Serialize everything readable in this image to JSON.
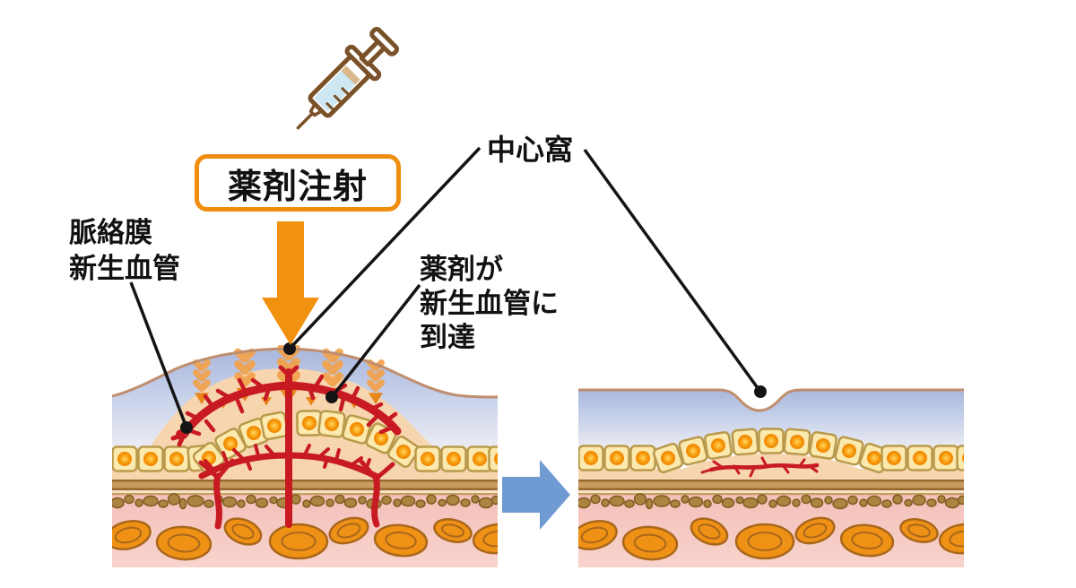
{
  "labels": {
    "injection": "薬剤注射",
    "fovea": "中心窩",
    "choroidal_neovascularization": {
      "line1": "脈絡膜",
      "line2": "新生血管"
    },
    "drug_reaches": {
      "line1": "薬剤が",
      "line2": "新生血管に",
      "line3": "到達"
    }
  },
  "icons": {
    "syringe": "syringe-icon",
    "injection_arrow": "down-arrow-icon",
    "transition_arrow": "right-arrow-icon",
    "pointer_dot": "pointer-dot"
  },
  "colors": {
    "accent_orange": "#f0920f",
    "drug_stream_orange": "#f2a24b",
    "drug_arrowhead_orange": "#e8861a",
    "transition_blue": "#6f9bd2",
    "vessel_red": "#c81a22",
    "pointer_black": "#141414",
    "surface_tan": "#bf8e6e",
    "retina_blue": "#a9b7dc",
    "edema_peach": "#f7d5ae",
    "rpe_cell_fill": "#fce9ad",
    "rpe_cell_border": "#b99a4c",
    "nucleus_orange": "#f39104",
    "bruch_tan": "#c99b5e",
    "bruch_dark": "#96682e",
    "pebble_brown": "#aa8440",
    "choroid_vessel_orange": "#ef9115",
    "choroid_pink": "#f2bdb5",
    "syringe_brown": "#7a5128",
    "syringe_liquid_blue": "#cde8f3"
  }
}
